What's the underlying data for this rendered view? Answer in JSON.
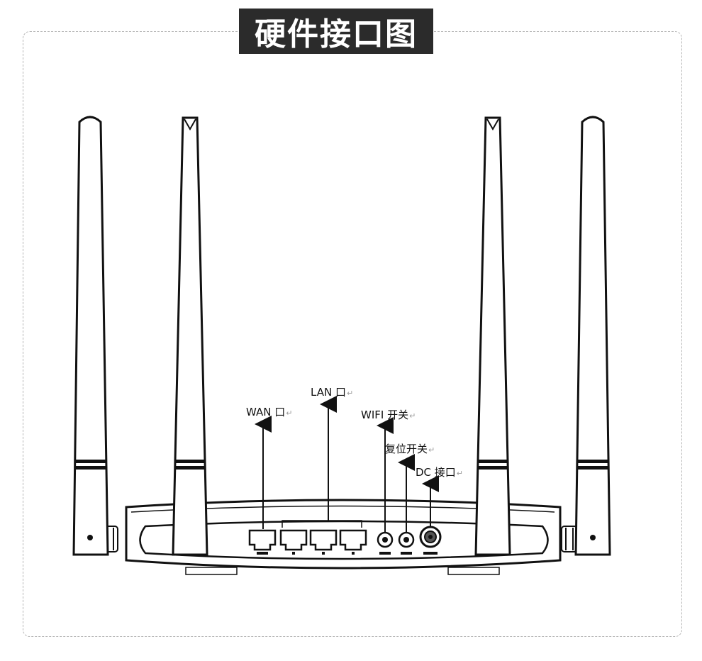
{
  "title": "硬件接口图",
  "labels": {
    "wan": "WAN 口",
    "lan": "LAN 口",
    "wifi": "WIFI 开关",
    "reset": "复位开关",
    "dc": "DC 接口"
  },
  "return_mark": "↵",
  "colors": {
    "title_bg": "#2b2b2b",
    "title_text": "#ffffff",
    "stroke": "#111111",
    "frame_border": "#b5b5b5"
  },
  "icons": [
    "return-arrow-icon"
  ]
}
